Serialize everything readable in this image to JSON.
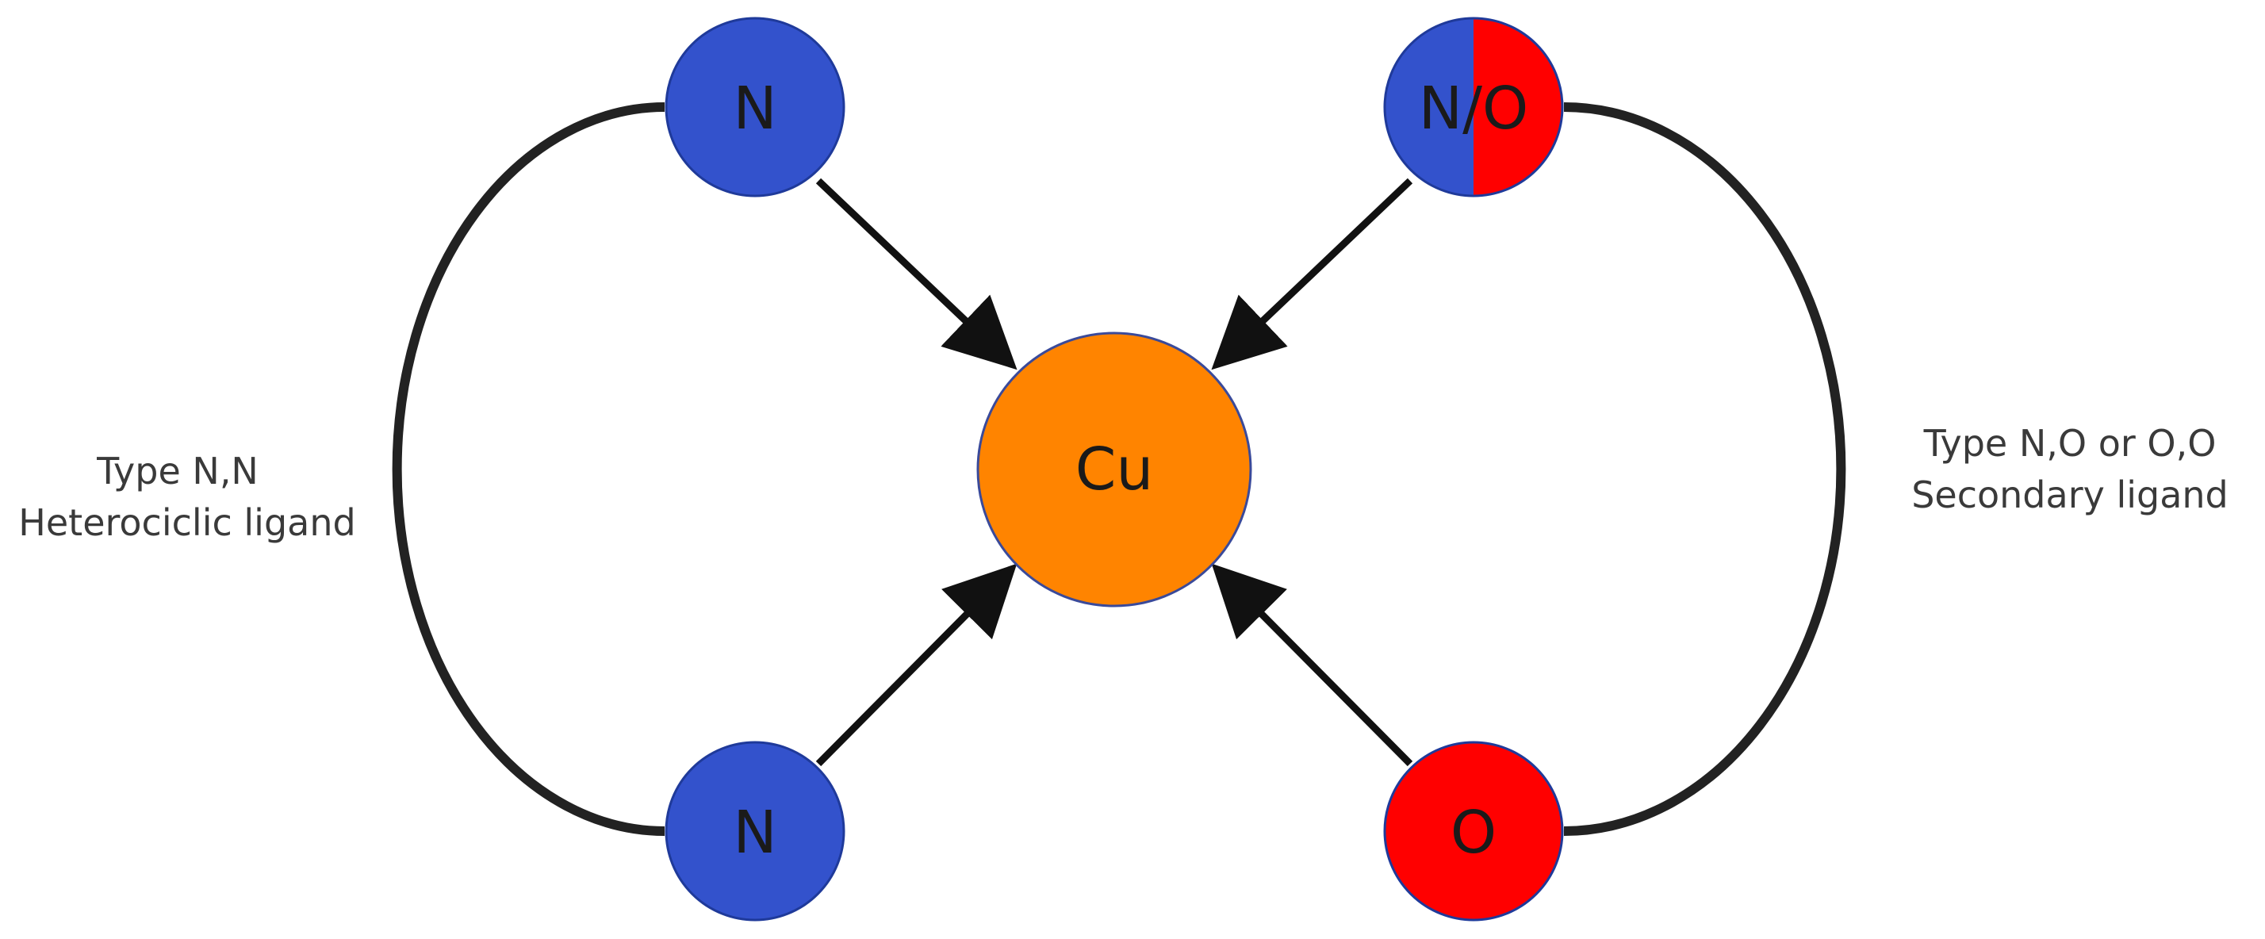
{
  "metal_center": {
    "label": "Cu",
    "color": "#FF8400"
  },
  "atoms": {
    "left_top": {
      "label": "N",
      "color": "#3352CC"
    },
    "left_bottom": {
      "label": "N",
      "color": "#3352CC"
    },
    "right_top": {
      "label": "N/O",
      "colors": [
        "#3352CC",
        "#FF0000"
      ]
    },
    "right_bottom": {
      "label": "O",
      "color": "#FF0000"
    }
  },
  "ligands": {
    "left": {
      "line1": "Type N,N",
      "line2": "Heterociclic ligand"
    },
    "right": {
      "line1": "Type N,O or O,O",
      "line2": "Secondary ligand"
    }
  },
  "colors": {
    "arrow": "#111111",
    "arc": "#222222",
    "atom_stroke": "#1f3a9a"
  }
}
